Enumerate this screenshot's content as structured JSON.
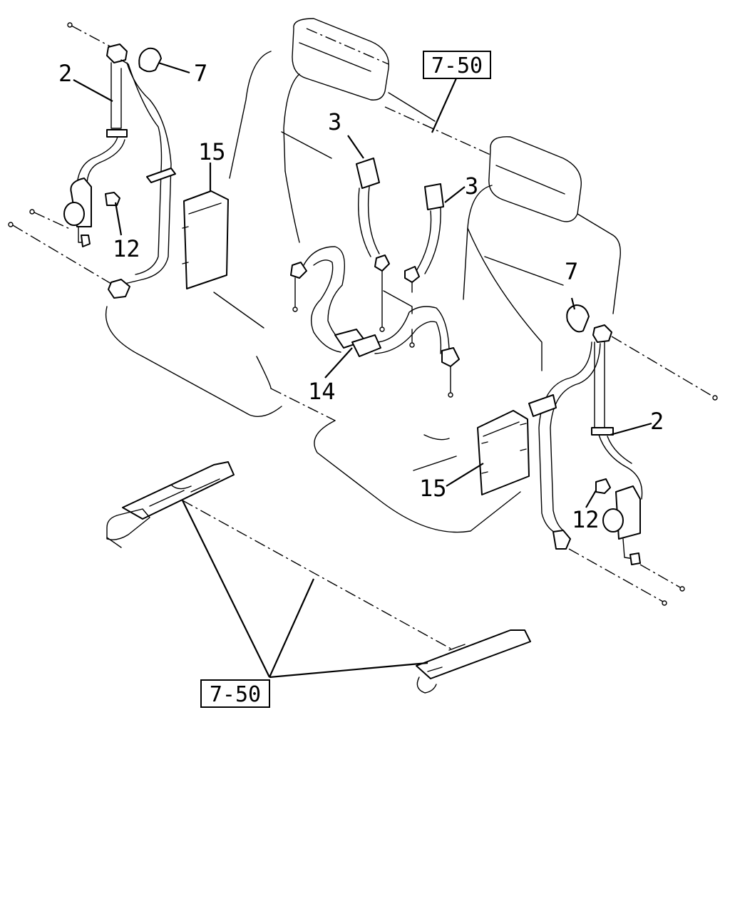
{
  "diagram": {
    "callouts": [
      {
        "id": "left-belt",
        "text": "2"
      },
      {
        "id": "left-cover",
        "text": "7"
      },
      {
        "id": "left-panel",
        "text": "15"
      },
      {
        "id": "left-bolt",
        "text": "12"
      },
      {
        "id": "buckle-a",
        "text": "3"
      },
      {
        "id": "buckle-b",
        "text": "3"
      },
      {
        "id": "center-belt",
        "text": "14"
      },
      {
        "id": "right-cover",
        "text": "7"
      },
      {
        "id": "right-belt",
        "text": "2"
      },
      {
        "id": "right-bolt",
        "text": "12"
      },
      {
        "id": "right-panel",
        "text": "15"
      }
    ],
    "references": [
      {
        "id": "seat-ref",
        "text": "7-50"
      },
      {
        "id": "rail-ref",
        "text": "7-50"
      }
    ]
  }
}
